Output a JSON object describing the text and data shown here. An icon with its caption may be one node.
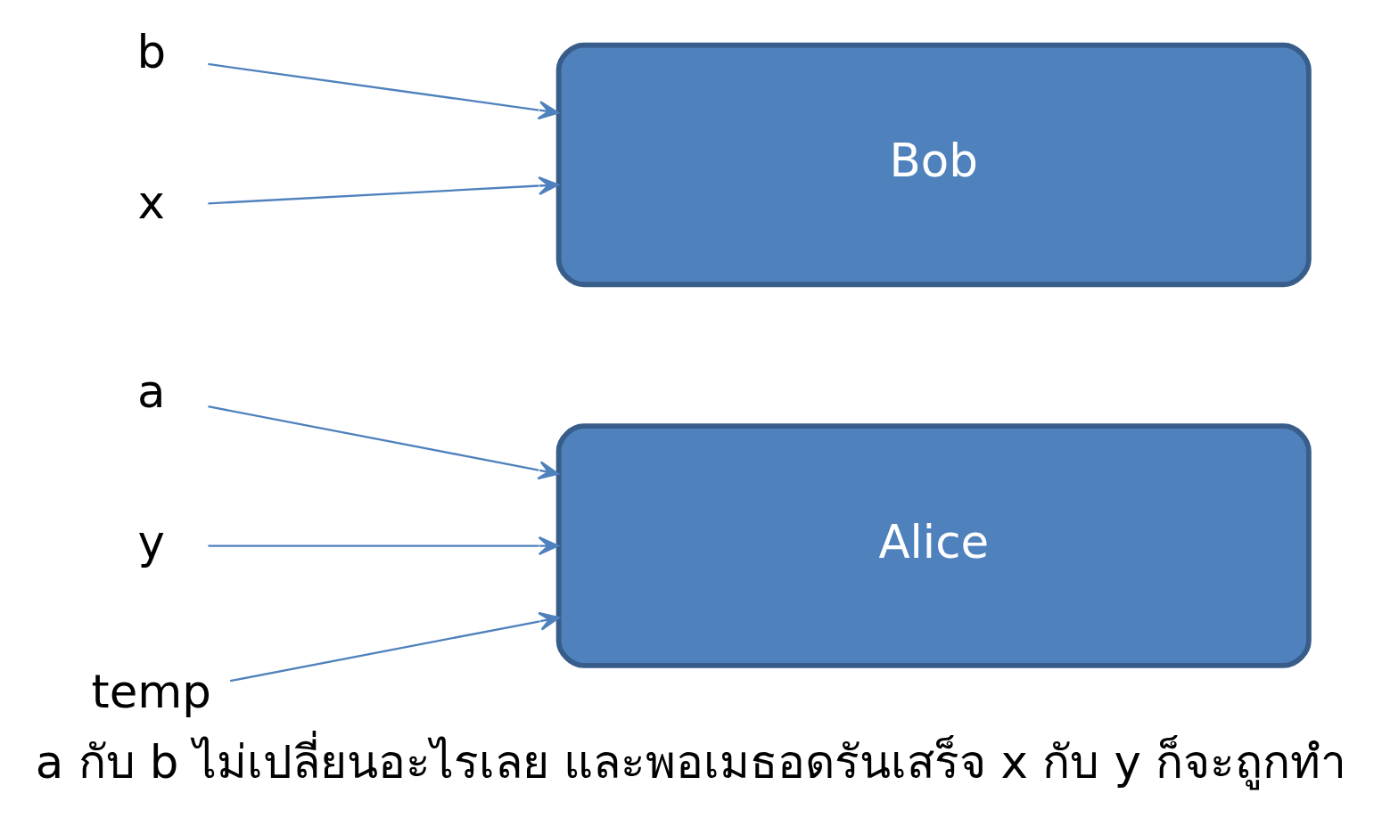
{
  "diagram": {
    "caption": "a กับ b ไม่เปลี่ยนอะไรเลย และพอเมธอดรันเสร็จ x กับ y ก็จะถูกทำ",
    "nodes": [
      {
        "text": [
          "Alice"
        ]
      },
      {
        "text": [
          "Bob"
        ]
      },
      {
        "text": [
          "a"
        ]
      },
      {
        "text": [
          "b"
        ]
      },
      {
        "text": [
          "x"
        ]
      },
      {
        "text": [
          "y"
        ]
      },
      {
        "text": [
          "temp"
        ]
      }
    ],
    "edges": [
      {
        "from": 2,
        "to": 0,
        "arrow": "to"
      },
      {
        "from": 3,
        "to": 1,
        "arrow": "to"
      },
      {
        "from": 4,
        "to": 1,
        "arrow": "to"
      },
      {
        "from": 5,
        "to": 0,
        "arrow": "to"
      },
      {
        "from": 6,
        "to": 0,
        "arrow": "to"
      }
    ]
  }
}
